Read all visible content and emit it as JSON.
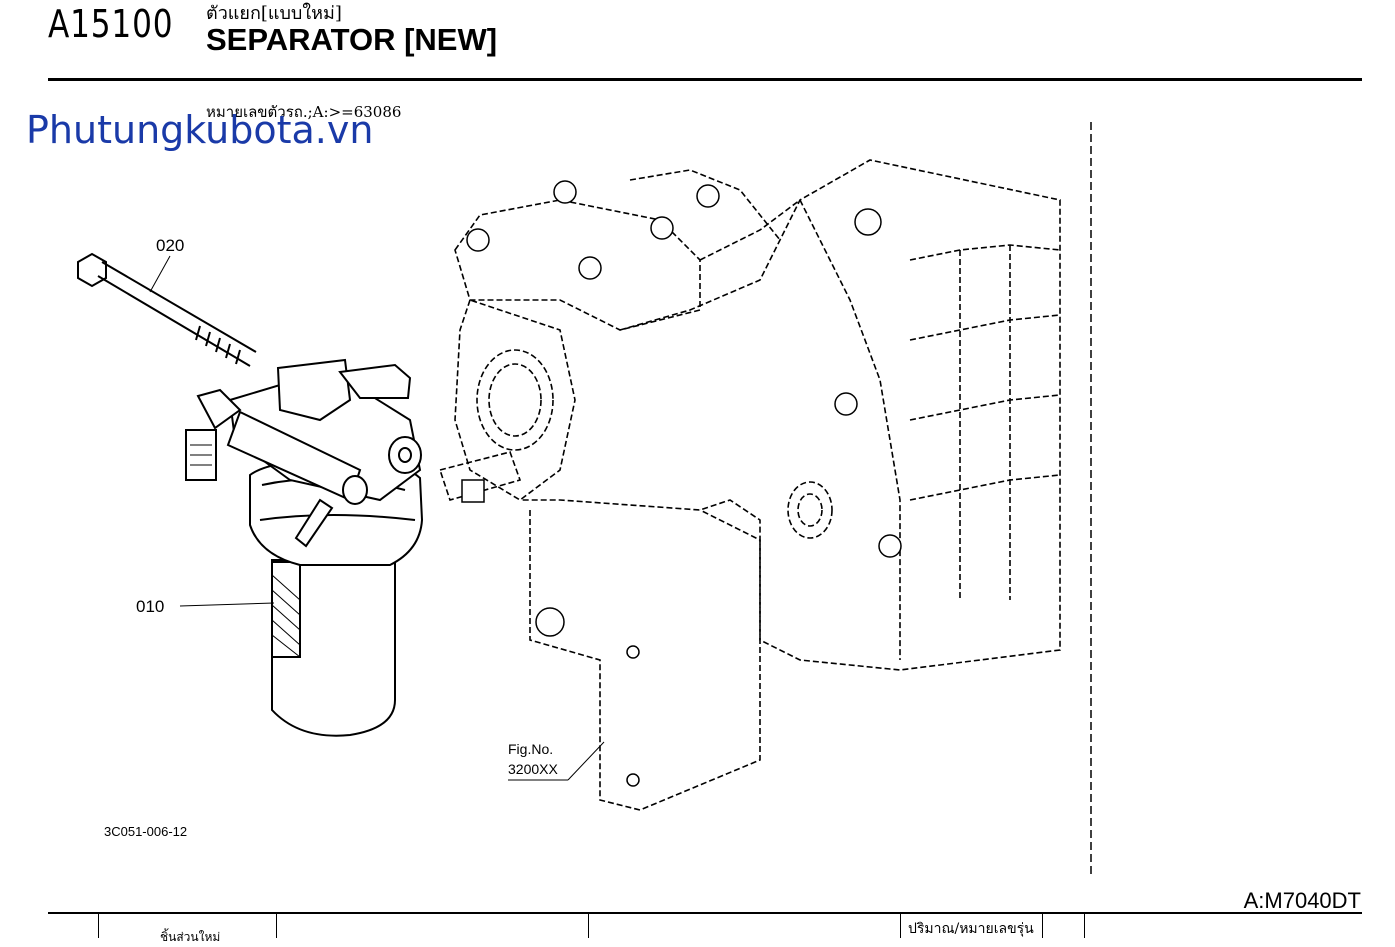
{
  "header": {
    "code": "A15100",
    "title_thai": "ตัวแยก[แบบใหม่]",
    "title_en": "SEPARATOR [NEW]",
    "serial_note": "หมายเลขตัวรถ.;A:>=63086"
  },
  "watermark": "Phutungkubota.vn",
  "diagram": {
    "callout_020": "020",
    "callout_010": "010",
    "fig_no_label": "Fig.No.",
    "fig_no_value": "3200XX",
    "drawing_id": "3C051-006-12"
  },
  "footer": {
    "model": "A:M7040DT",
    "qty_header": "ปริมาณ/หมายเลขรุ่น",
    "col_header": "ชิ้นส่วนใหม่"
  }
}
